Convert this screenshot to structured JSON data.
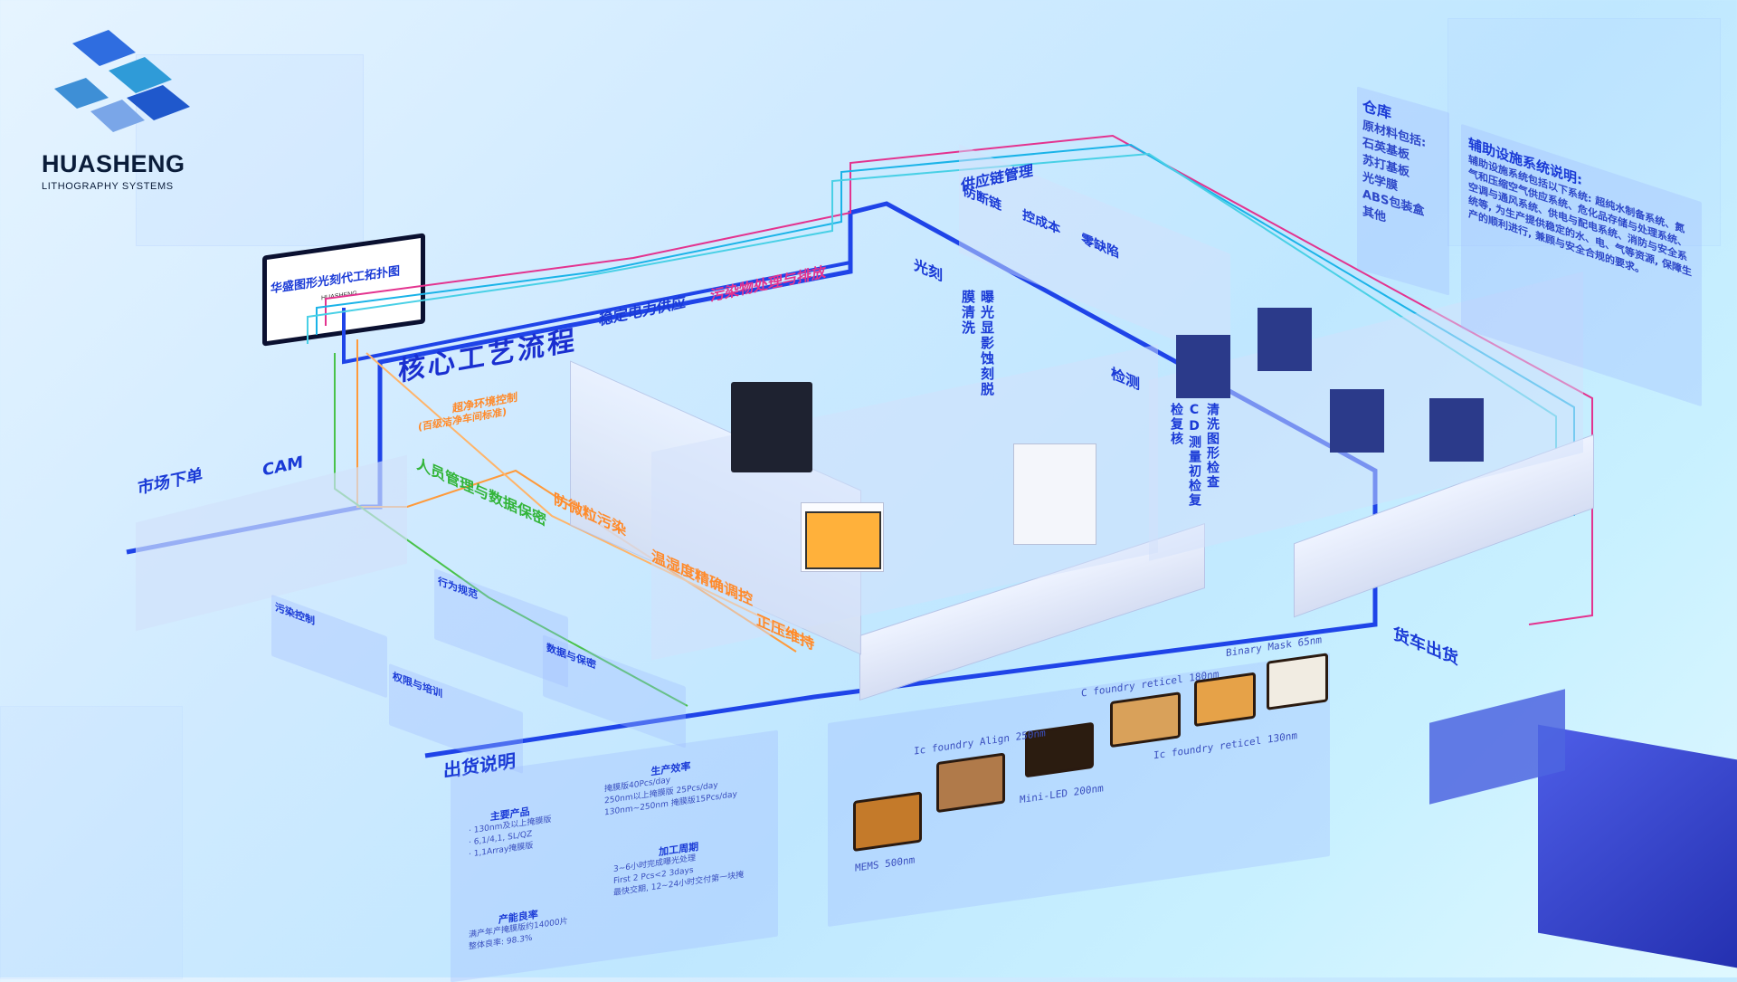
{
  "brand": {
    "name": "HUASHENG",
    "subtitle": "LITHOGRAPHY SYSTEMS"
  },
  "sign": {
    "title": "华盛图形光刻代工拓扑图",
    "brand": "HUASHENG"
  },
  "main_title": "核心工艺流程",
  "flow_labels": {
    "market": "市场下单",
    "cam": "CAM",
    "supply_chain": "供应链管理",
    "stable_power": "稳定电力供应",
    "pollutant": "污染物处理与排放",
    "lithography": "光刻",
    "clean_env": "超净环境控制",
    "clean_env_sub": "(百级洁净车间标准)",
    "people_data": "人员管理与数据保密",
    "anti_static": "防微粒污染",
    "temp_humidity": "温湿度精确调控",
    "positive_pressure": "正压维持",
    "inspection": "检测",
    "truck_out": "货车出货",
    "ship_title": "出货说明"
  },
  "supply_items": [
    "防断链",
    "控成本",
    "零缺陷"
  ],
  "litho_steps": [
    "曝光",
    "显影",
    "蚀刻",
    "脱膜",
    "清洗"
  ],
  "inspect_steps": [
    "清洗",
    "图形检查",
    "CD测量",
    "初检",
    "复检",
    "复核"
  ],
  "warehouse": {
    "title": "仓库",
    "lines": [
      "原材料包括:",
      "石英基板",
      "苏打基板",
      "光学膜",
      "ABS包装盒",
      "其他"
    ]
  },
  "aux": {
    "title": "辅助设施系统说明:",
    "body": "辅助设施系统包括以下系统: 超纯水制备系统、氮气和压缩空气供应系统、危化品存储与处理系统、空调与通风系统、供电与配电系统、消防与安全系统等, 为生产提供稳定的水、电、气等资源, 保障生产的顺利进行, 兼顾与安全合规的要求。"
  },
  "people_cards": [
    {
      "title": "污染控制"
    },
    {
      "title": "行为规范"
    },
    {
      "title": "权限与培训"
    },
    {
      "title": "数据与保密"
    }
  ],
  "ship": {
    "products_title": "主要产品",
    "products": [
      "· 130nm及以上掩膜版",
      "· 6,1/4,1, SL/QZ",
      "· 1,1Array掩膜版"
    ],
    "capacity_title": "生产效率",
    "capacity": [
      "掩膜版40Pcs/day",
      "250nm以上掩膜版 25Pcs/day",
      "130nm~250nm 掩膜版15Pcs/day"
    ],
    "yield_title": "产能良率",
    "yield": [
      "满产年产掩膜版约14000片",
      "整体良率: 98.3%"
    ],
    "cycle_title": "加工周期",
    "cycle": [
      "3~6小时完成曝光处理",
      "First 2 Pcs<2 3days",
      "最快交期, 12~24小时交付第一块掩"
    ]
  },
  "samples": [
    {
      "caption": "MEMS 500nm"
    },
    {
      "caption": "Ic foundry Align 250nm"
    },
    {
      "caption": "Mini-LED 200nm"
    },
    {
      "caption": "C foundry reticel 180nm"
    },
    {
      "caption": "Ic foundry reticel 130nm"
    },
    {
      "caption": "Binary Mask 65nm"
    }
  ],
  "colors": {
    "blue_line": "#1f44e8",
    "pink_line": "#e3338f",
    "orange_line": "#ff9a3a",
    "green_line": "#49c24a",
    "cyan_line": "#1ab3e8",
    "title_blue": "#1a2fd0"
  }
}
